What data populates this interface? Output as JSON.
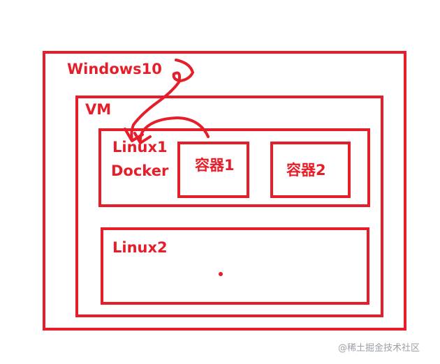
{
  "diagram": {
    "stroke_color": "#e61e2a",
    "labels": {
      "windows": "Windows10",
      "vm": "VM",
      "linux1": "Linux1",
      "docker": "Docker",
      "container1": "容器1",
      "container2": "容器2",
      "linux2": "Linux2"
    }
  },
  "watermark": {
    "text": "@稀土掘金技术社区",
    "color": "#9aa0a6"
  }
}
